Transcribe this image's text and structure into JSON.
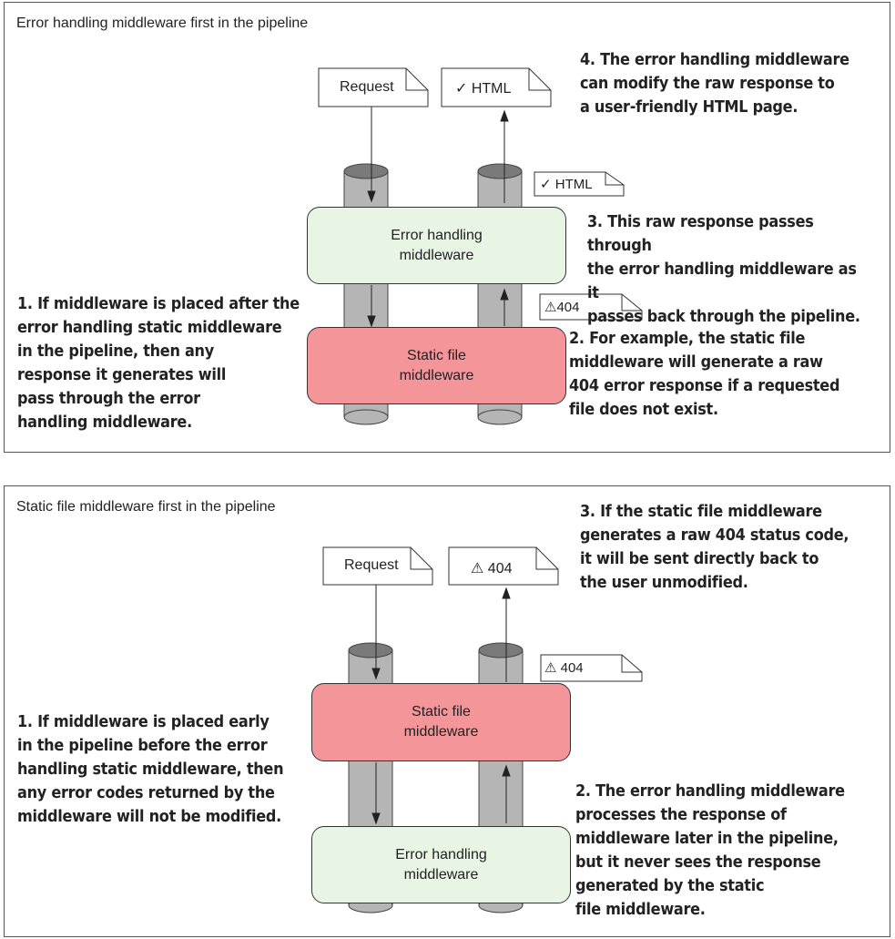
{
  "diagram1": {
    "title": "Error handling middleware first in the pipeline",
    "request_label": "Request",
    "response_label": "✓ HTML",
    "mid_html_label": "✓ HTML",
    "mid_404_label": "⚠404",
    "top_box": "Error handling\nmiddleware",
    "bottom_box": "Static file\nmiddleware",
    "note1": "1. If middleware is placed after the\nerror handling static middleware\nin the pipeline, then any\nresponse it generates will\npass through the error\nhandling middleware.",
    "note2": "2. For example, the static file\nmiddleware will generate a raw\n404 error response if a requested\nfile does not exist.",
    "note3": "3. This raw response passes through\nthe error handling middleware as it\npasses back through the pipeline.",
    "note4": "4. The error handling middleware\ncan modify the raw response to\na user-friendly HTML page."
  },
  "diagram2": {
    "title": "Static file middleware first in the pipeline",
    "request_label": "Request",
    "response_label": "⚠  404",
    "mid_404_label": "⚠ 404",
    "top_box": "Static file\nmiddleware",
    "bottom_box": "Error handling\nmiddleware",
    "note1": "1. If middleware is placed early\nin the pipeline before the error\nhandling static middleware, then\nany error codes returned by the\nmiddleware will not be modified.",
    "note2": "2. The error handling middleware\nprocesses the response of\nmiddleware later in the pipeline,\nbut it never sees the response\ngenerated by the static\nfile middleware.",
    "note3": "3. If the static file middleware\ngenerates a raw 404 status code,\nit will be sent directly back to\nthe user unmodified."
  },
  "colors": {
    "error_box": "#e8f5e4",
    "static_box": "#f4959a",
    "cylinder": "#b5b5b5",
    "cylinder_top": "#7a7a7a"
  }
}
